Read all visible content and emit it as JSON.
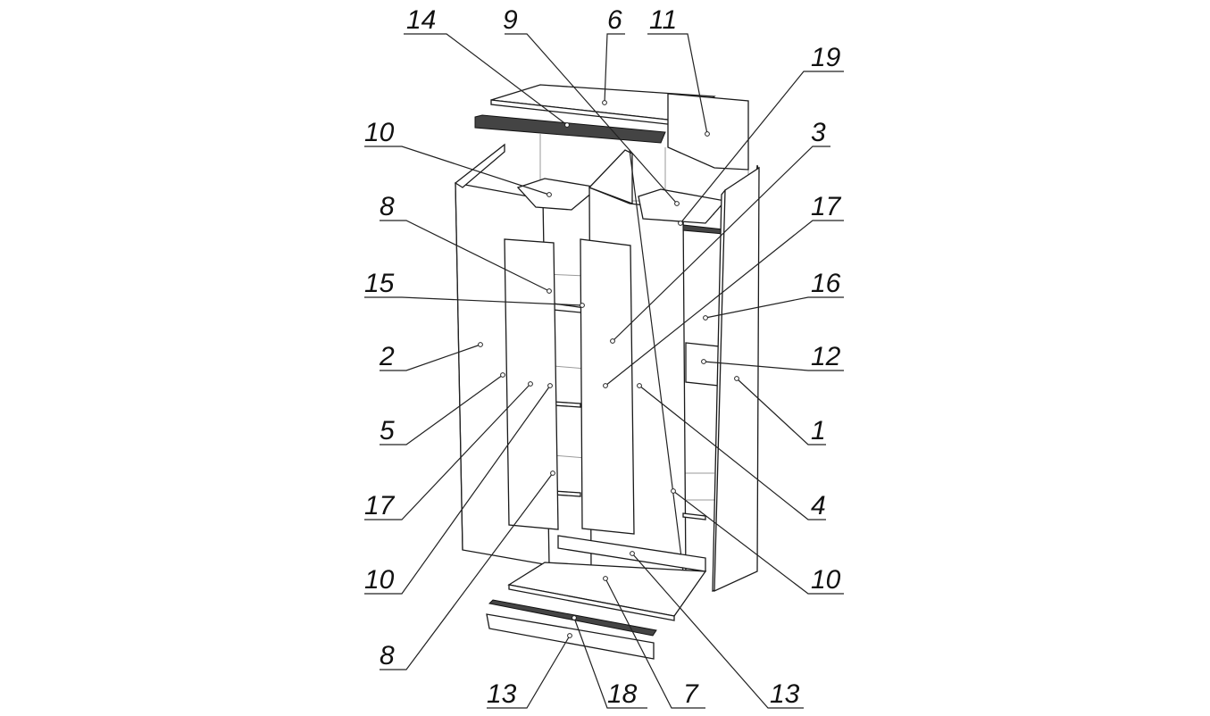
{
  "diagram": {
    "labels": [
      {
        "id": "l14a",
        "text": "14"
      },
      {
        "id": "l9",
        "text": "9"
      },
      {
        "id": "l6",
        "text": "6"
      },
      {
        "id": "l11",
        "text": "11"
      },
      {
        "id": "l19",
        "text": "19"
      },
      {
        "id": "l10a",
        "text": "10"
      },
      {
        "id": "l3",
        "text": "3"
      },
      {
        "id": "l8a",
        "text": "8"
      },
      {
        "id": "l17a",
        "text": "17"
      },
      {
        "id": "l15",
        "text": "15"
      },
      {
        "id": "l16",
        "text": "16"
      },
      {
        "id": "l2",
        "text": "2"
      },
      {
        "id": "l12",
        "text": "12"
      },
      {
        "id": "l5",
        "text": "5"
      },
      {
        "id": "l1",
        "text": "1"
      },
      {
        "id": "l17b",
        "text": "17"
      },
      {
        "id": "l4",
        "text": "4"
      },
      {
        "id": "l10b",
        "text": "10"
      },
      {
        "id": "l10c",
        "text": "10"
      },
      {
        "id": "l8b",
        "text": "8"
      },
      {
        "id": "l13a",
        "text": "13"
      },
      {
        "id": "l18",
        "text": "18"
      },
      {
        "id": "l7",
        "text": "7"
      },
      {
        "id": "l13b",
        "text": "13"
      }
    ],
    "colors": {
      "line": "#1a1a1a",
      "hidden_line": "#9a9a9a",
      "background": "#ffffff"
    }
  }
}
